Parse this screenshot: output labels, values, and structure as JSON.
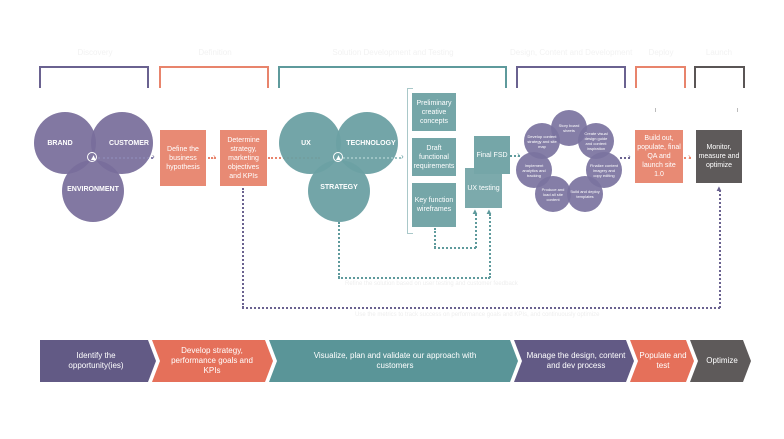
{
  "phases": [
    {
      "label": "Discovery",
      "color": "#6a6290"
    },
    {
      "label": "Definition",
      "color": "#e8846c"
    },
    {
      "label": "Solution Development and Testing",
      "color": "#5e9a9c"
    },
    {
      "label": "Design, Content and Development",
      "color": "#6a6290"
    },
    {
      "label": "Deploy",
      "color": "#e8846c"
    },
    {
      "label": "Launch",
      "color": "#5a5555"
    }
  ],
  "discovery_venn": {
    "brand": "BRAND",
    "customer": "CUSTOMER",
    "environment": "ENVIRONMENT"
  },
  "definition_boxes": [
    {
      "text": "Define the business hypothesis"
    },
    {
      "text": "Determine strategy, marketing objectives and KPIs"
    }
  ],
  "solution_venn": {
    "ux": "UX",
    "technology": "TECHNOLOGY",
    "strategy": "STRATEGY"
  },
  "solution_boxes": {
    "preliminary": "Preliminary creative concepts",
    "draft": "Draft functional requirements",
    "wireframes": "Key function wireframes",
    "final_fsd": "Final FSD",
    "ux_testing": "UX testing"
  },
  "design_cycle": [
    "Story board sheets",
    "Create visual design guide and content inspiration",
    "Finalize content imagery and copy editing",
    "Build and deploy templates",
    "Produce and load all site content",
    "Implement analytics and tracking",
    "Develop content strategy and site map"
  ],
  "deploy_box": "Build out, populate, final QA and launch site 1.0",
  "launch_box": "Monitor, measure and optimize",
  "feedback_notes": {
    "ux_loop": "Refine the solution based on user testing and customer feedback",
    "kpi_loop": "Use the metrics to track success on performance goals and KPIs, and continuously optimize"
  },
  "process_bar": [
    {
      "label": "Identify the opportunity(ies)",
      "color": "#625a85"
    },
    {
      "label": "Develop strategy, performance goals and KPIs",
      "color": "#e5705a"
    },
    {
      "label": "Visualize, plan and validate our approach with customers",
      "color": "#5a9598"
    },
    {
      "label": "Manage the design, content and dev process",
      "color": "#625a85"
    },
    {
      "label": "Populate and test",
      "color": "#e5705a"
    },
    {
      "label": "Optimize",
      "color": "#5e5a5a"
    }
  ]
}
